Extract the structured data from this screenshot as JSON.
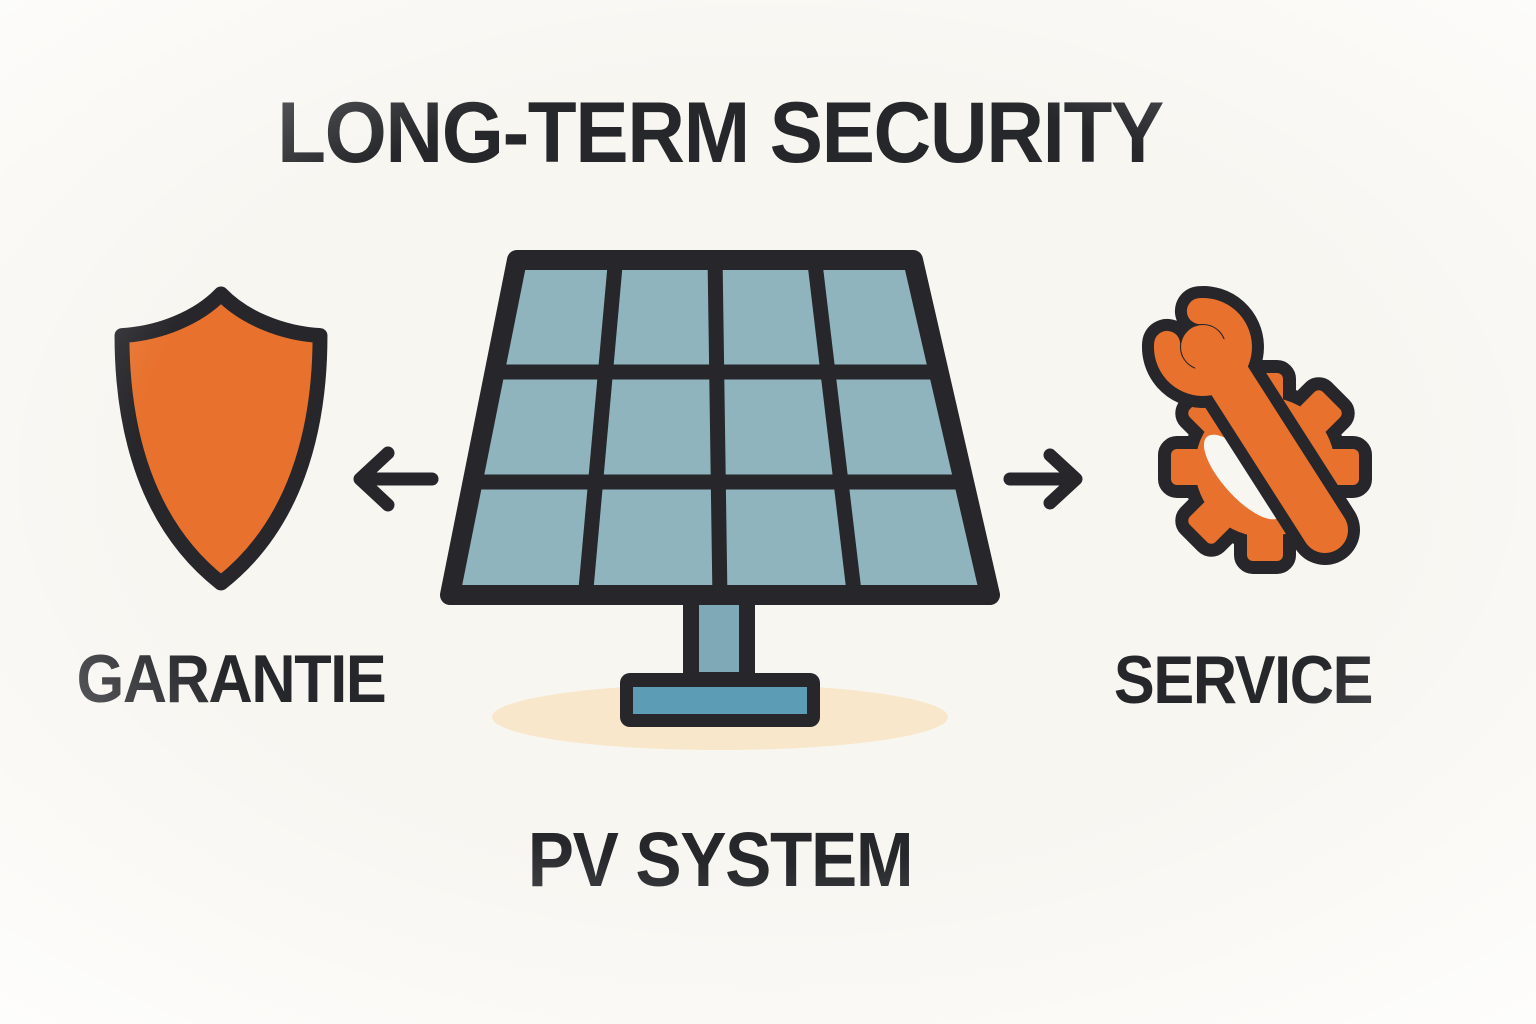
{
  "title": "LONG-TERM SECURITY",
  "diagram": {
    "nodes": {
      "left": {
        "label": "GARANTIE",
        "icon": "shield-icon"
      },
      "center": {
        "label": "PV SYSTEM",
        "icon": "solar-panel-icon"
      },
      "right": {
        "label": "SERVICE",
        "icon": "wrench-gear-icon"
      }
    },
    "arrows": [
      {
        "icon": "arrow-left-icon",
        "direction": "from PV system to Garantie"
      },
      {
        "icon": "arrow-right-icon",
        "direction": "from PV system to Service"
      }
    ]
  },
  "colors": {
    "background": "#F8F6F1",
    "dark": "#26262B",
    "orange": "#E8712D",
    "panel_blue": "#8FB4BE",
    "pole_blue": "#7FA9B6",
    "base_blue": "#5C9CB5",
    "shadow_beige": "#F9E7CC",
    "text": "#26272B"
  }
}
